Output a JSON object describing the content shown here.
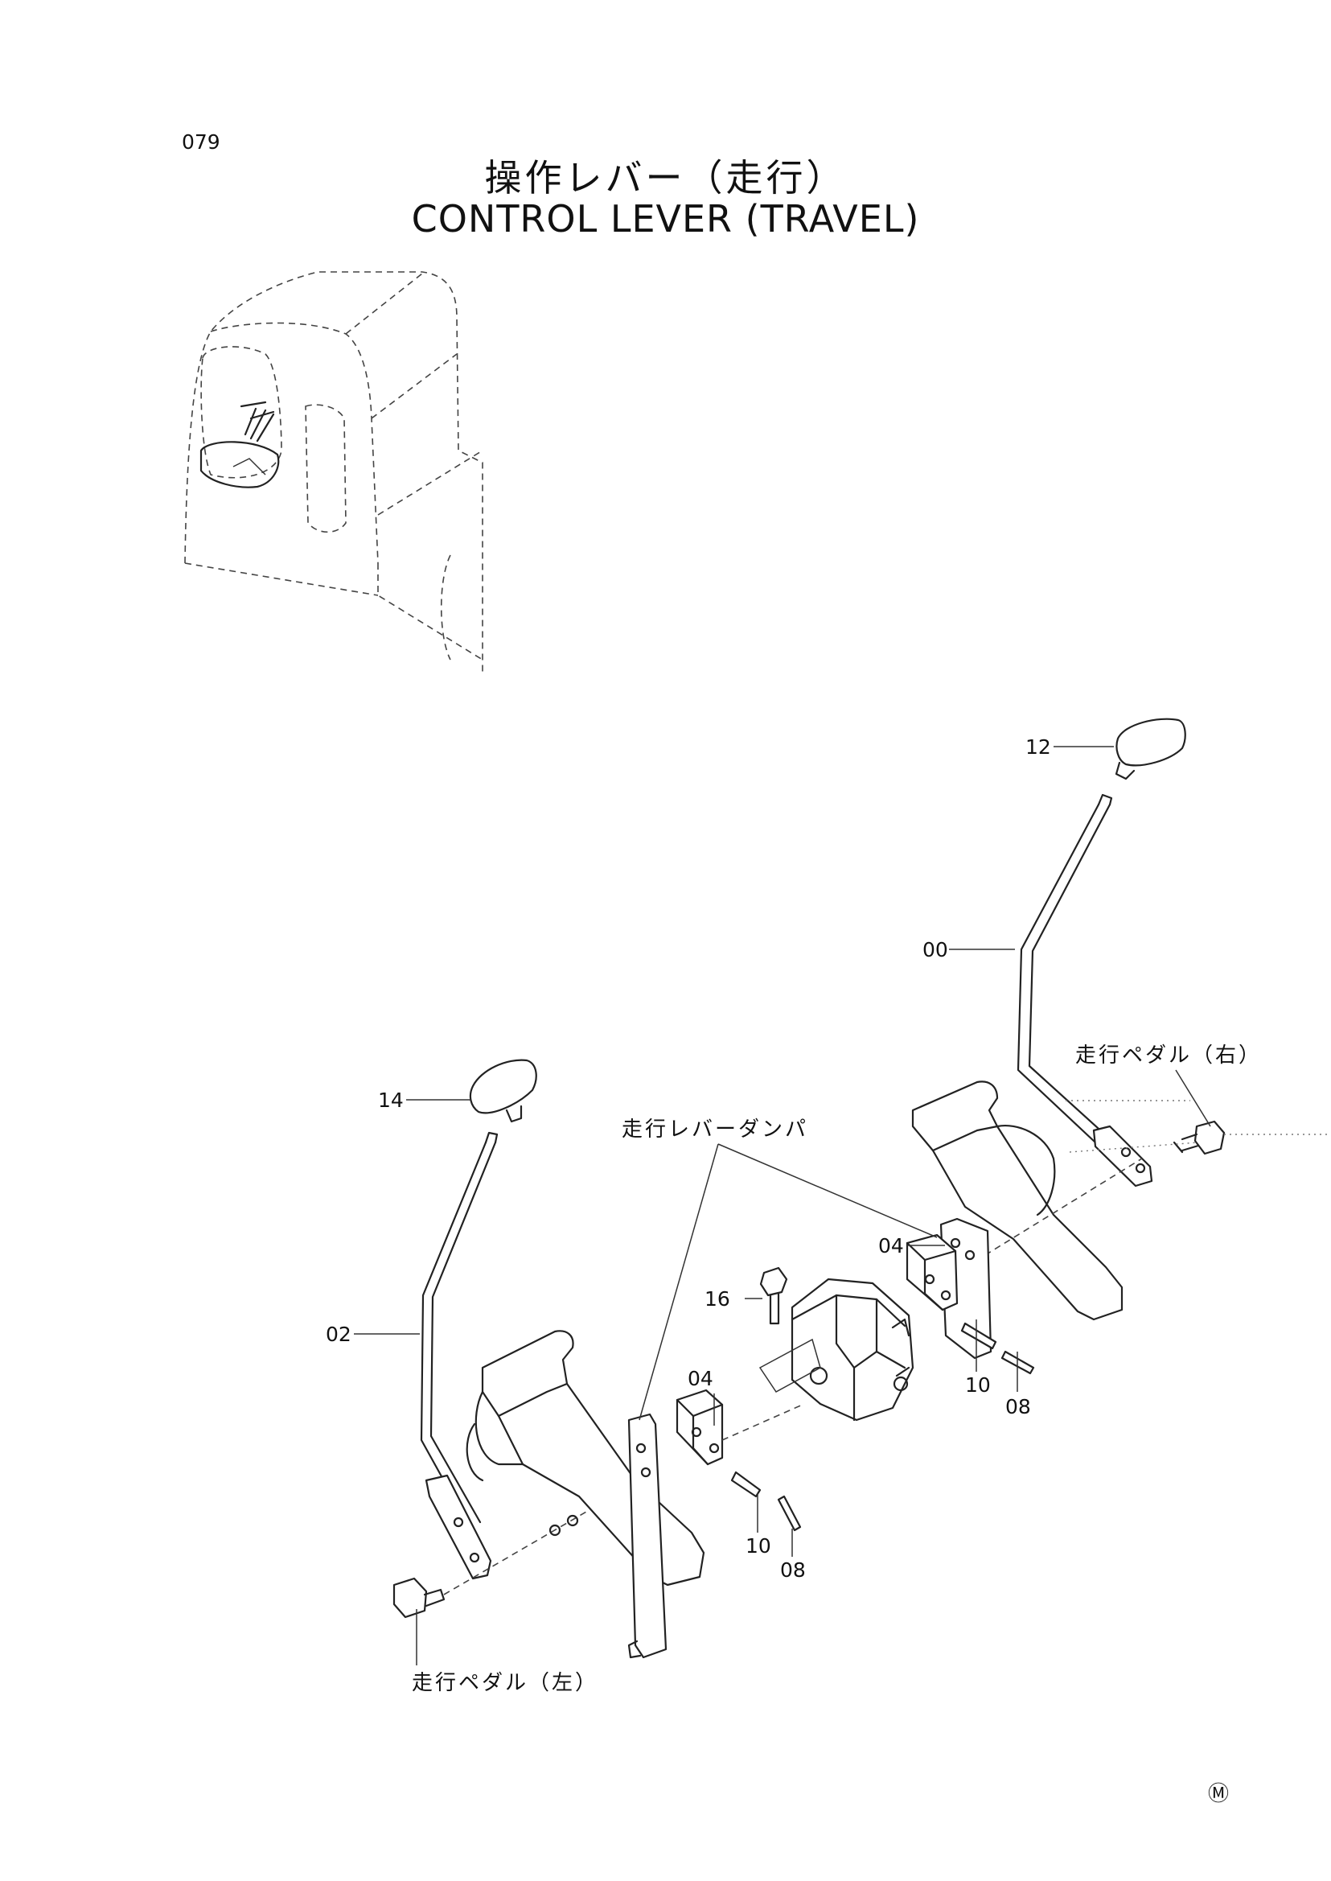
{
  "page_number": "079",
  "title_jp": "操作レバー（走行）",
  "title_en": "CONTROL LEVER (TRAVEL)",
  "callouts": {
    "lever_right": "00",
    "lever_left": "02",
    "damper_right": "04",
    "damper_left": "04",
    "pin_right_08": "08",
    "pin_left_08": "08",
    "pin_right_10": "10",
    "pin_left_10": "10",
    "knob_right": "12",
    "knob_left": "14",
    "bolt": "16"
  },
  "labels": {
    "pedal_right": "走行ペダル（右）",
    "pedal_left": "走行ペダル（左）",
    "lever_damper": "走行レバーダンパ"
  },
  "mark": "Ⓜ"
}
